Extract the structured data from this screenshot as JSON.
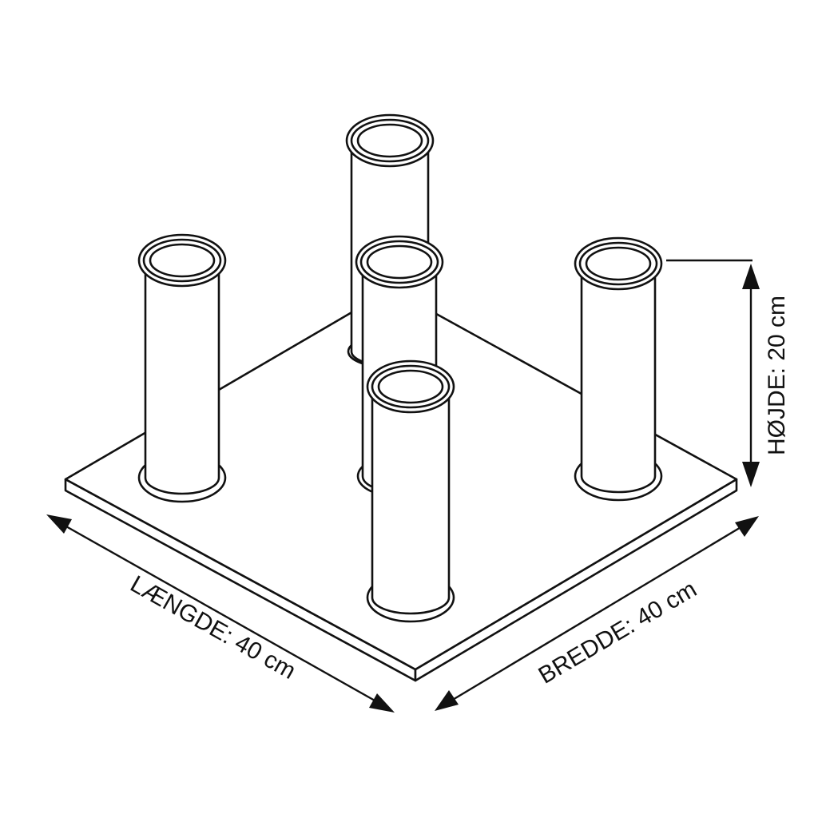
{
  "labels": {
    "length": "LÆNGDE: 40 cm",
    "width": "BREDDE: 40 cm",
    "height": "HØJDE: 20 cm"
  },
  "colors": {
    "stroke": "#111111",
    "background": "#ffffff"
  }
}
